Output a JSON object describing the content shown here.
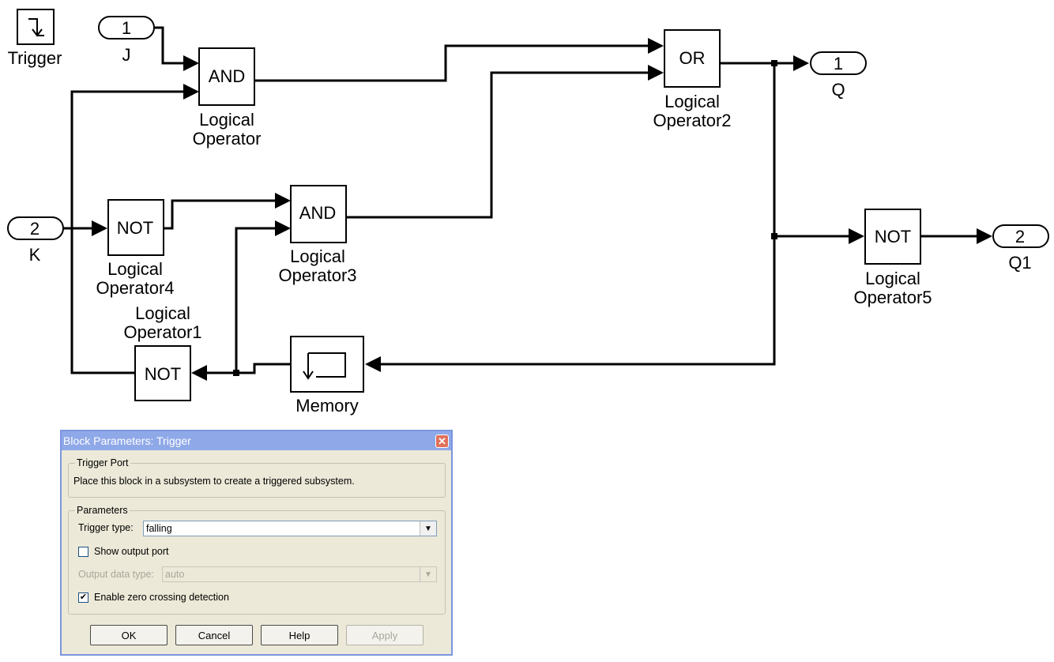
{
  "diagram": {
    "trigger_label": "Trigger",
    "inport_j": {
      "number": "1",
      "label": "J"
    },
    "inport_k": {
      "number": "2",
      "label": "K"
    },
    "outport_q": {
      "number": "1",
      "label": "Q"
    },
    "outport_q1": {
      "number": "2",
      "label": "Q1"
    },
    "and1": {
      "text": "AND",
      "label_line1": "Logical",
      "label_line2": "Operator"
    },
    "and3": {
      "text": "AND",
      "label_line1": "Logical",
      "label_line2": "Operator3"
    },
    "or2": {
      "text": "OR",
      "label_line1": "Logical",
      "label_line2": "Operator2"
    },
    "not4": {
      "text": "NOT",
      "label_line1": "Logical",
      "label_line2": "Operator4"
    },
    "not1": {
      "text": "NOT",
      "label_line1": "Logical",
      "label_line2": "Operator1"
    },
    "not5": {
      "text": "NOT",
      "label_line1": "Logical",
      "label_line2": "Operator5"
    },
    "memory": {
      "label": "Memory"
    }
  },
  "dialog": {
    "title": "Block Parameters: Trigger",
    "trigger_port_group": "Trigger Port",
    "description": "Place this block in a subsystem to create a triggered subsystem.",
    "parameters_group": "Parameters",
    "trigger_type_label": "Trigger type:",
    "trigger_type_value": "falling",
    "show_output_port_label": "Show output port",
    "show_output_port_checked": false,
    "output_data_type_label": "Output data type:",
    "output_data_type_value": "auto",
    "zero_crossing_label": "Enable zero crossing detection",
    "zero_crossing_checked": true,
    "ok_label": "OK",
    "cancel_label": "Cancel",
    "help_label": "Help",
    "apply_label": "Apply"
  }
}
